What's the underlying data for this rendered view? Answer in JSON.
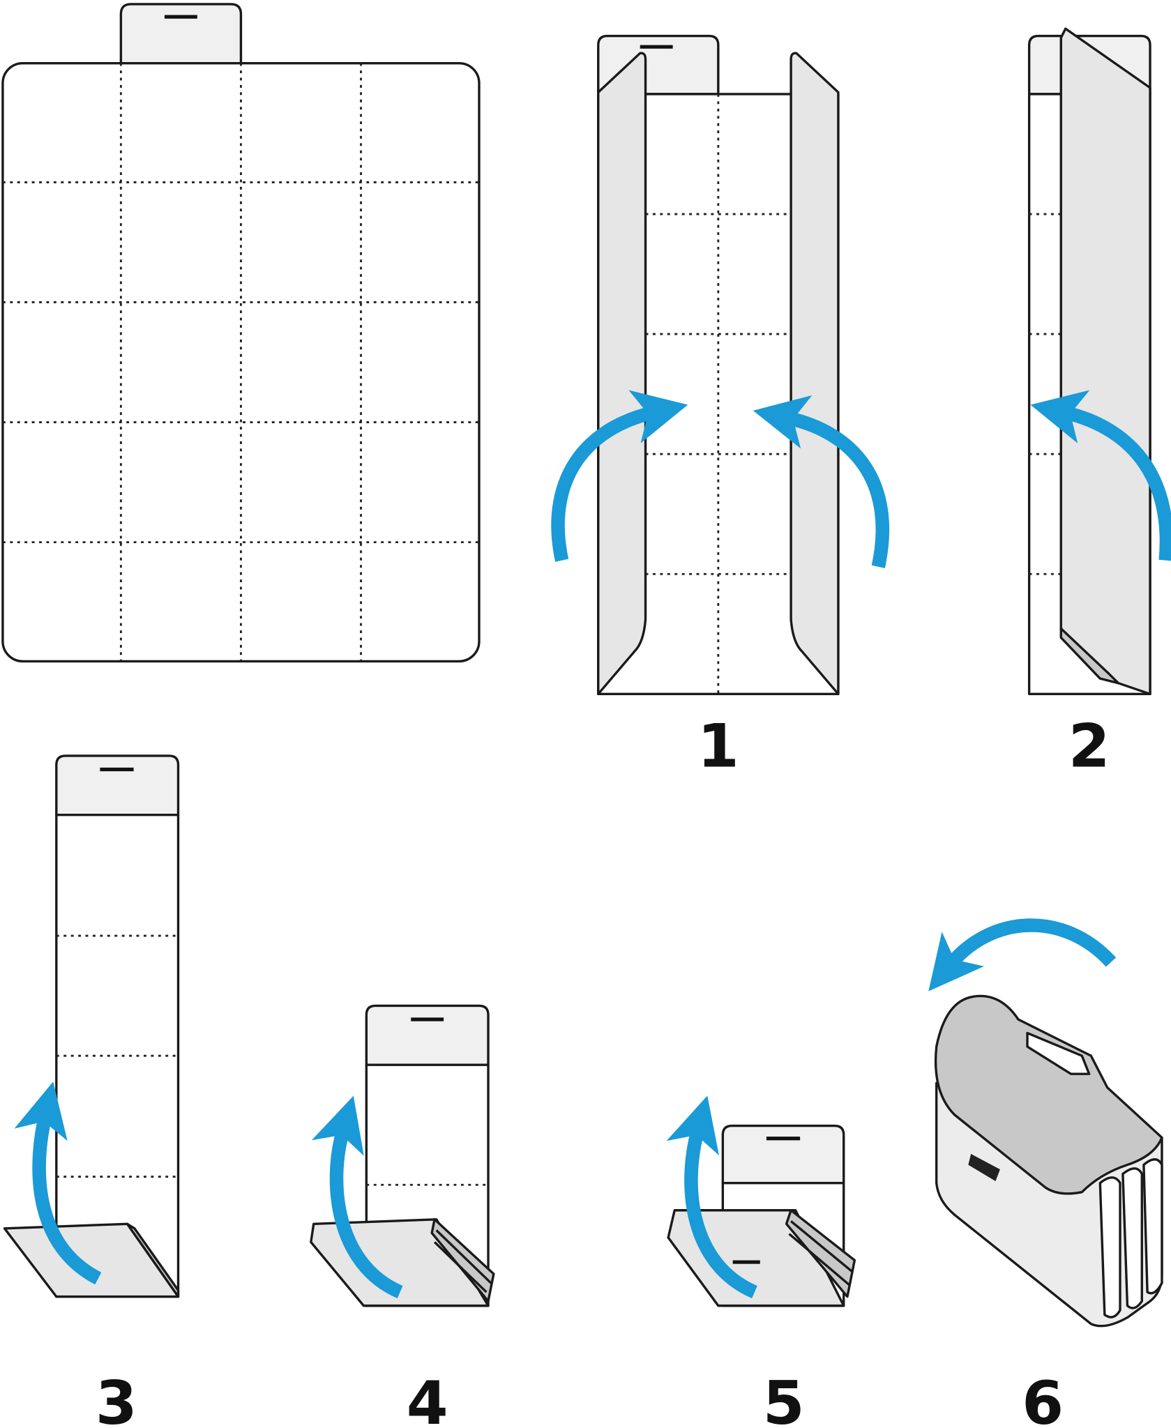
{
  "diagram": {
    "accent_color": "#1a9ad6",
    "steps": [
      {
        "label": "1"
      },
      {
        "label": "2"
      },
      {
        "label": "3"
      },
      {
        "label": "4"
      },
      {
        "label": "5"
      },
      {
        "label": "6"
      }
    ]
  }
}
